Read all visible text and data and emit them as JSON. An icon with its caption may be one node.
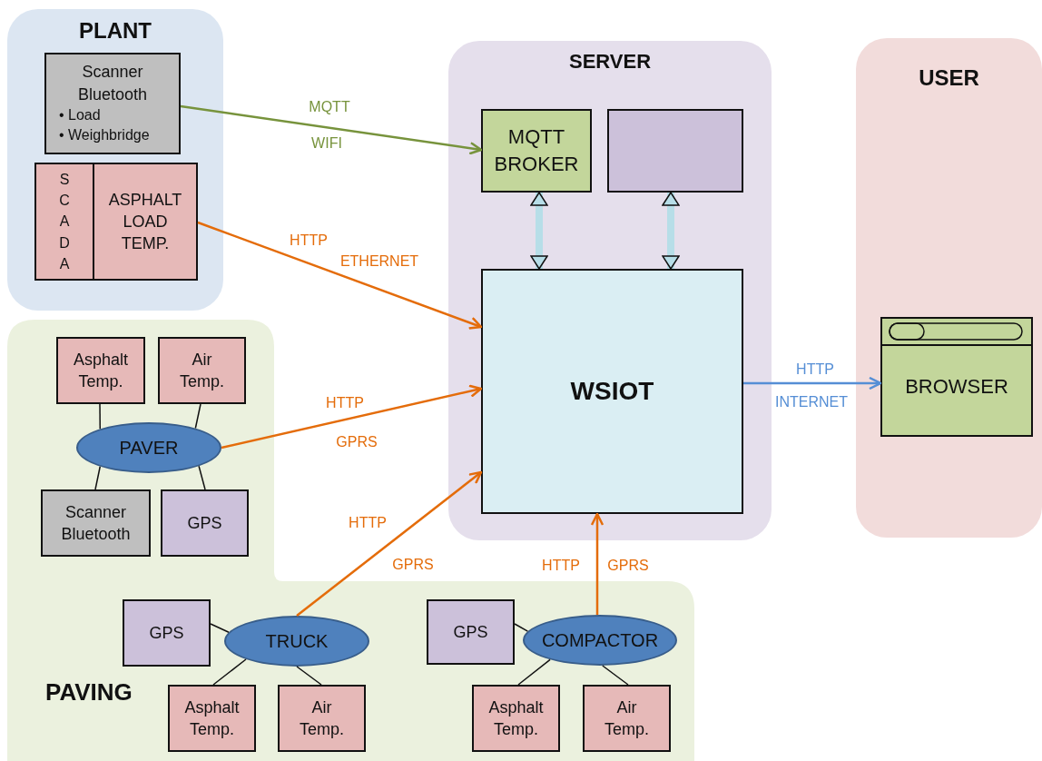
{
  "diagram": {
    "nodes": [
      {
        "text": [
          "PLANT"
        ]
      },
      {
        "text": [
          "Scanner Bluetooth",
          "• Load",
          "• Weighbridge"
        ],
        "in": 0
      },
      {
        "text": [
          "SCADA"
        ],
        "in": 0
      },
      {
        "text": [
          "ASPHALT LOAD TEMP."
        ],
        "in": 0
      },
      {
        "text": [
          "SERVER"
        ]
      },
      {
        "text": [
          "MQTT BROKER"
        ],
        "in": 4
      },
      {
        "text": [],
        "shape": "box",
        "in": 4
      },
      {
        "text": [
          "WSIOT"
        ],
        "in": 4
      },
      {
        "text": [
          "USER"
        ]
      },
      {
        "text": [
          "BROWSER"
        ],
        "in": 8
      },
      {
        "text": [
          "PAVING"
        ]
      },
      {
        "text": [
          "Asphalt Temp."
        ],
        "in": 10
      },
      {
        "text": [
          "Air Temp."
        ],
        "in": 10
      },
      {
        "text": [
          "PAVER"
        ],
        "in": 10
      },
      {
        "text": [
          "Scanner Bluetooth"
        ],
        "in": 10
      },
      {
        "text": [
          "GPS"
        ],
        "in": 10
      },
      {
        "text": [
          "GPS"
        ],
        "in": 10
      },
      {
        "text": [
          "TRUCK"
        ],
        "in": 10
      },
      {
        "text": [
          "Asphalt Temp."
        ],
        "in": 10
      },
      {
        "text": [
          "Air Temp."
        ],
        "in": 10
      },
      {
        "text": [
          "GPS"
        ],
        "in": 10
      },
      {
        "text": [
          "COMPACTOR"
        ],
        "in": 10
      },
      {
        "text": [
          "Asphalt Temp."
        ],
        "in": 10
      },
      {
        "text": [
          "Air Temp."
        ],
        "in": 10
      }
    ],
    "edges": [
      {
        "from": 1,
        "to": 5,
        "arrow": "to",
        "label": "MQTT",
        "color": "#77933c"
      },
      {
        "from": 3,
        "to": 7,
        "arrow": "to",
        "label": "HTTP",
        "color": "#e46c0a"
      },
      {
        "from": 13,
        "to": 7,
        "arrow": "to",
        "label": "HTTP",
        "color": "#e46c0a"
      },
      {
        "from": 17,
        "to": 7,
        "arrow": "to",
        "label": "HTTP",
        "color": "#e46c0a"
      },
      {
        "from": 21,
        "to": 7,
        "arrow": "to",
        "label": "HTTP",
        "color": "#e46c0a"
      },
      {
        "from": 7,
        "to": 9,
        "arrow": "to",
        "label": "HTTP",
        "color": "#558ed5"
      },
      {
        "from": 5,
        "to": 7,
        "arrow": "both",
        "style": "thick",
        "color": "#b7dee8"
      },
      {
        "from": 6,
        "to": 7,
        "arrow": "both",
        "style": "thick",
        "color": "#b7dee8"
      },
      {
        "from": 13,
        "to": 11,
        "arrow": "none"
      },
      {
        "from": 13,
        "to": 12,
        "arrow": "none"
      },
      {
        "from": 13,
        "to": 14,
        "arrow": "none"
      },
      {
        "from": 13,
        "to": 15,
        "arrow": "none"
      },
      {
        "from": 17,
        "to": 16,
        "arrow": "none"
      },
      {
        "from": 17,
        "to": 18,
        "arrow": "none"
      },
      {
        "from": 17,
        "to": 19,
        "arrow": "none"
      },
      {
        "from": 21,
        "to": 20,
        "arrow": "none"
      },
      {
        "from": 21,
        "to": 22,
        "arrow": "none"
      },
      {
        "from": 21,
        "to": 23,
        "arrow": "none"
      }
    ],
    "labels": [
      "WIFI",
      "ETHERNET",
      "GPRS",
      "GPRS",
      "GPRS",
      "INTERNET"
    ]
  }
}
